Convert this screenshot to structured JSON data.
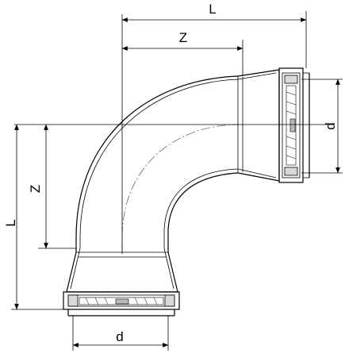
{
  "dimensions": {
    "top_L": "L",
    "top_Z": "Z",
    "left_L": "L",
    "left_Z": "Z",
    "right_d": "d",
    "bottom_d": "d"
  },
  "colors": {
    "line": "#000000",
    "centerline": "#555555",
    "seal_fill": "#d9d9d9"
  }
}
